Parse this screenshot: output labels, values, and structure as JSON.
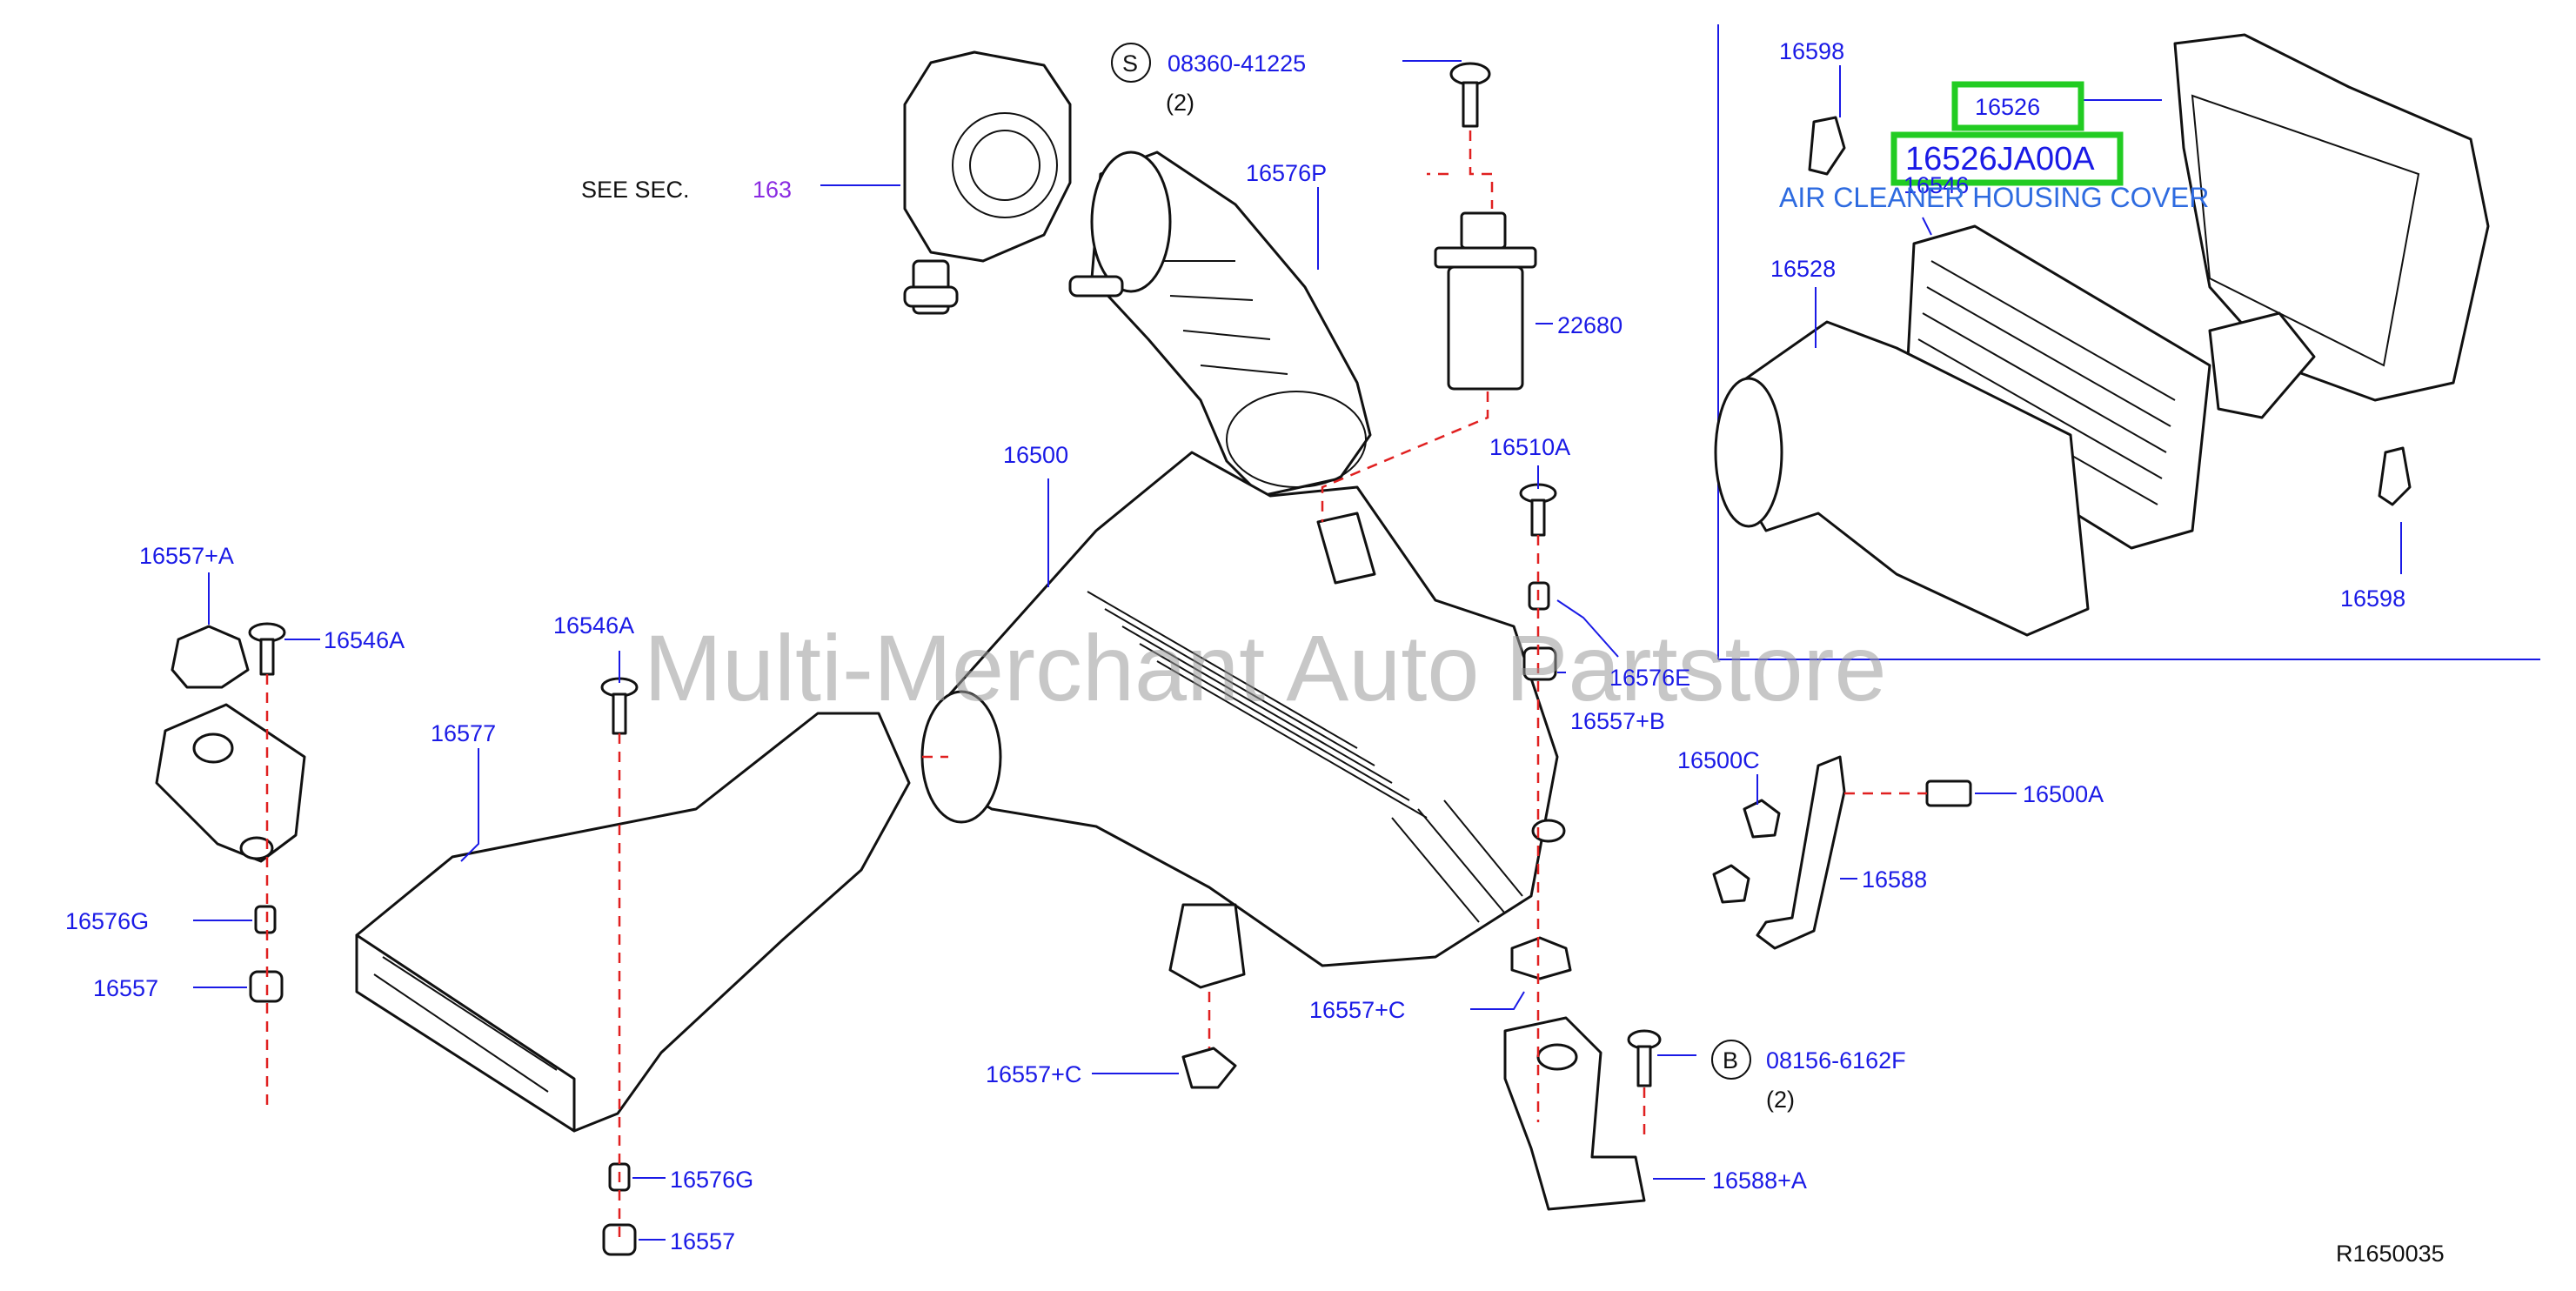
{
  "labels": {
    "l16557a": "16557+A",
    "l16546a1": "16546A",
    "l16546a2": "16546A",
    "l16577": "16577",
    "l16576g1": "16576G",
    "l16557_1": "16557",
    "l16576g2": "16576G",
    "l16557_2": "16557",
    "l16557c1": "16557+C",
    "l16557c2": "16557+C",
    "l16500": "16500",
    "l16576p": "16576P",
    "l22680": "22680",
    "l16510a": "16510A",
    "l16576e": "16576E",
    "l16557b": "16557+B",
    "l16500c": "16500C",
    "l16500a": "16500A",
    "l16588": "16588",
    "l16588a": "16588+A",
    "l08156": "08156-6162F",
    "l08156q": "(2)",
    "l08360": "08360-41225",
    "l08360q": "(2)",
    "l16598t": "16598",
    "l16598b": "16598",
    "l16526": "16526",
    "l16526ja": "16526JA00A",
    "l16546": "16546",
    "l16528": "16528",
    "cover": "AIR CLEANER HOUSING COVER",
    "see": "SEE   SEC.",
    "sec": "163",
    "symS": "S",
    "symB": "B",
    "ref": "R1650035"
  },
  "watermark": "Multi-Merchant Auto Partstore",
  "colors": {
    "label": "#1a1ae6",
    "highlight": "#22cc22",
    "dashed_line": "#e02020",
    "section_ref": "#8a2be2"
  }
}
